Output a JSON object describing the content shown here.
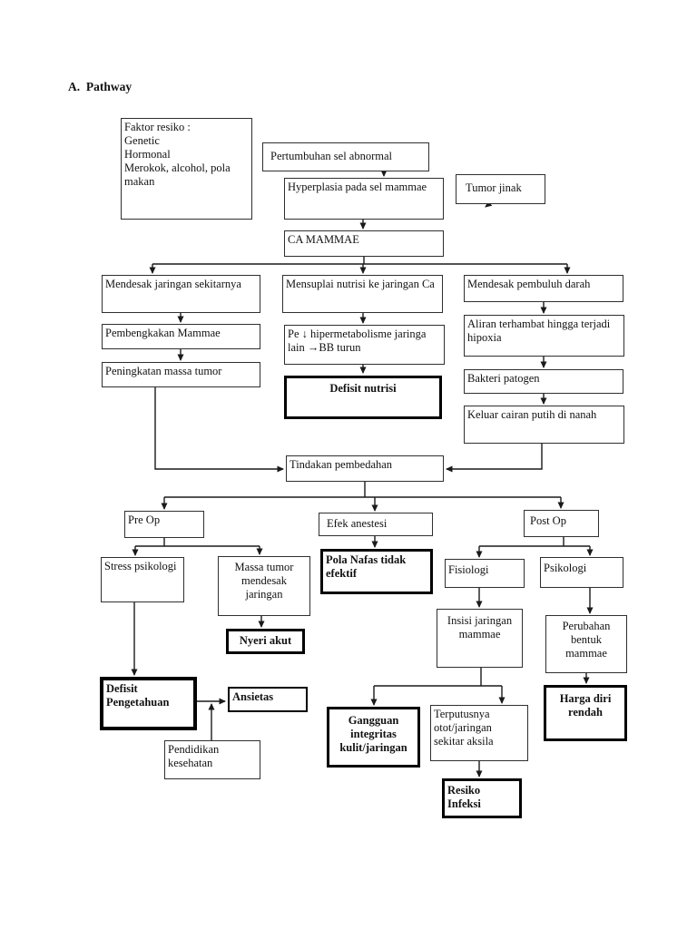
{
  "page": {
    "heading": "A.  Pathway"
  },
  "nodes": {
    "faktor_resiko": "Faktor resiko :\nGenetic\nHormonal\nMerokok, alcohol, pola makan",
    "pertumbuhan_sel": "Pertumbuhan sel abnormal",
    "hyperplasia": "Hyperplasia pada sel mammae",
    "tumor_jinak": "Tumor jinak",
    "ca_mammae": "CA MAMMAE",
    "mendesak_jaringan": "Mendesak jaringan sekitarnya",
    "mensuplai_nutrisi": "Mensuplai nutrisi ke jaringan Ca",
    "mendesak_pembuluh": "Mendesak pembuluh darah",
    "pembengkakan": "Pembengkakan Mammae",
    "pe_hipermetabolisme": "Pe ↓ hipermetabolisme jaringa\nlain →BB turun",
    "aliran_terhambat": "Aliran terhambat hingga terjadi\nhipoxia",
    "peningkatan_massa": "Peningkatan massa tumor",
    "defisit_nutrisi": "Defisit nutrisi",
    "bakteri_patogen": "Bakteri patogen",
    "keluar_cairan": "Keluar cairan putih di nanah",
    "tindakan_pembedahan": "Tindakan pembedahan",
    "pre_op": "Pre Op",
    "efek_anestesi": "Efek anestesi",
    "post_op": "Post Op",
    "stress_psikologi": "Stress psikologi",
    "massa_tumor": "Massa tumor mendesak jaringan",
    "pola_nafas": "Pola Nafas tidak efektif",
    "fisiologi": "Fisiologi",
    "psikologi": "Psikologi",
    "nyeri_akut": "Nyeri akut",
    "insisi_jaringan": "Insisi jaringan mammae",
    "perubahan_bentuk": "Perubahan bentuk mammae",
    "defisit_pengetahuan": "Defisit Pengetahuan",
    "ansietas": "Ansietas",
    "harga_diri": "Harga diri rendah",
    "pendidikan_kesehatan": "Pendidikan kesehatan",
    "gangguan_integritas": "Gangguan integritas kulit/jaringan",
    "terputusnya_otot": "Terputusnya otot/jaringan sekitar aksila",
    "resiko_infeksi": "Resiko Infeksi"
  },
  "colors": {
    "line": "#1a1a1a",
    "border": "#2f2f2f",
    "background": "#ffffff"
  }
}
